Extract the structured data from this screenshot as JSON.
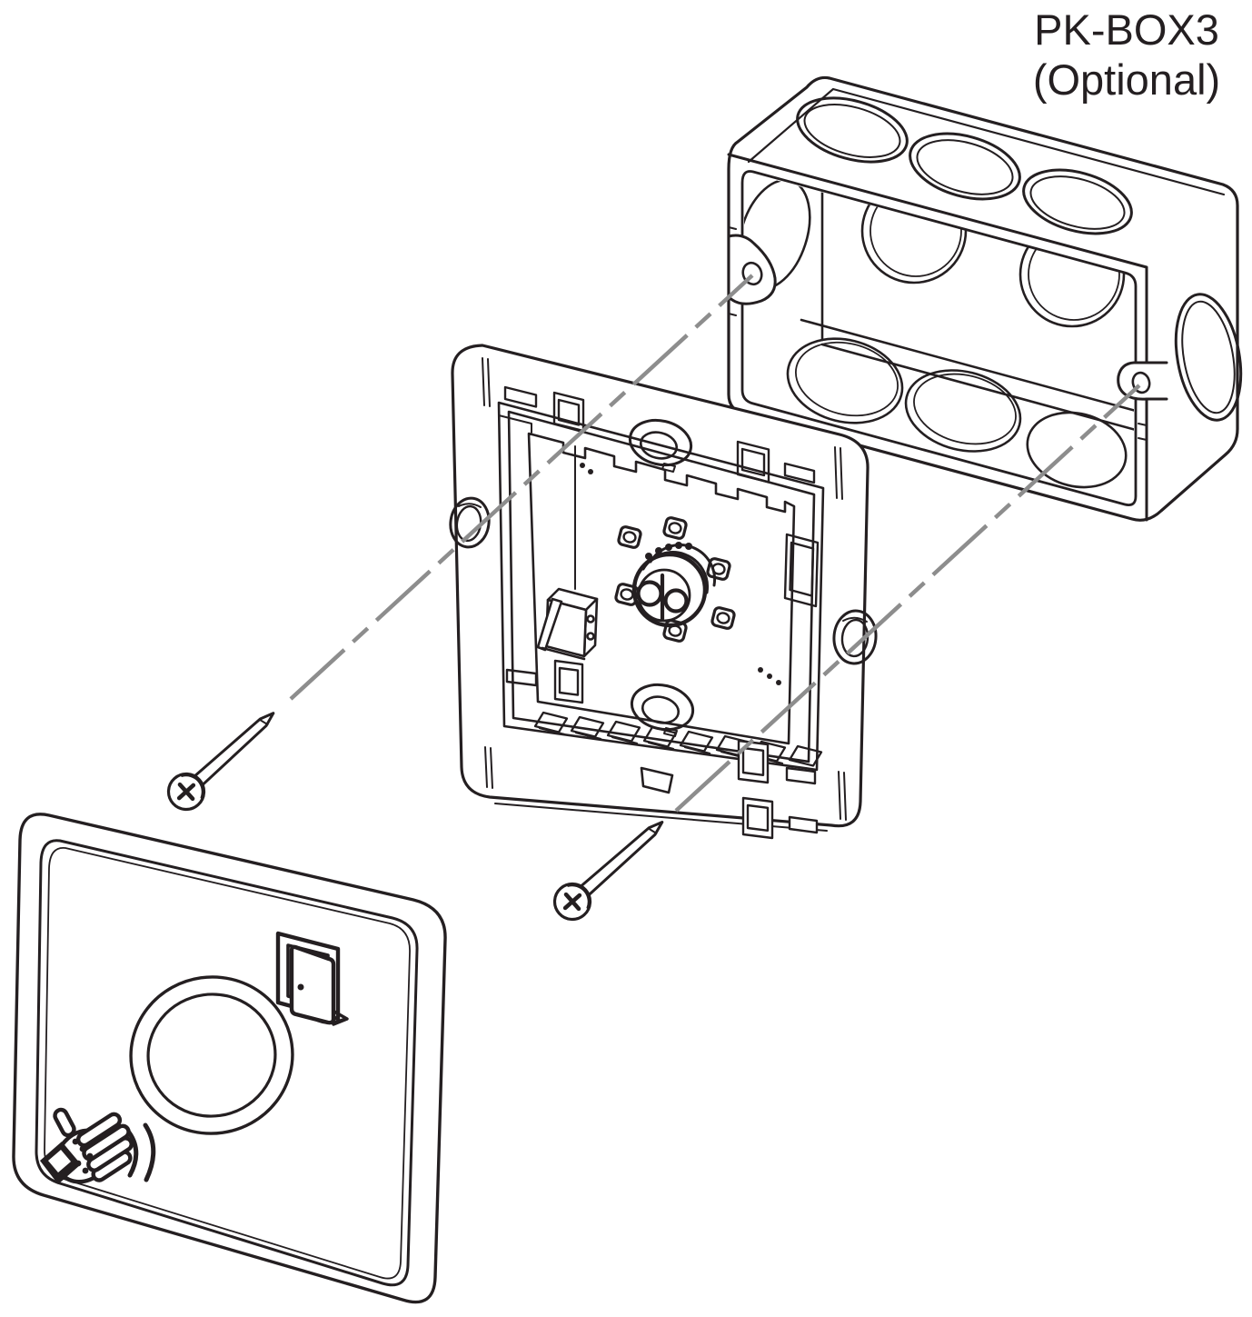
{
  "title_label": {
    "line1": "PK-BOX3",
    "line2": "(Optional)"
  },
  "colors": {
    "line": "#241f21",
    "guide_line": "#8d8d8d",
    "background": "#ffffff"
  },
  "parts": {
    "back_box": "surface-mount back box",
    "mounting_plate": "mounting frame with sensor PCB",
    "screw_count": 2,
    "front_cover": "exit button cover plate"
  },
  "icons": {
    "door": "door-open-icon",
    "hand": "hand-wave-icon",
    "screw": "phillips-screw-head"
  }
}
